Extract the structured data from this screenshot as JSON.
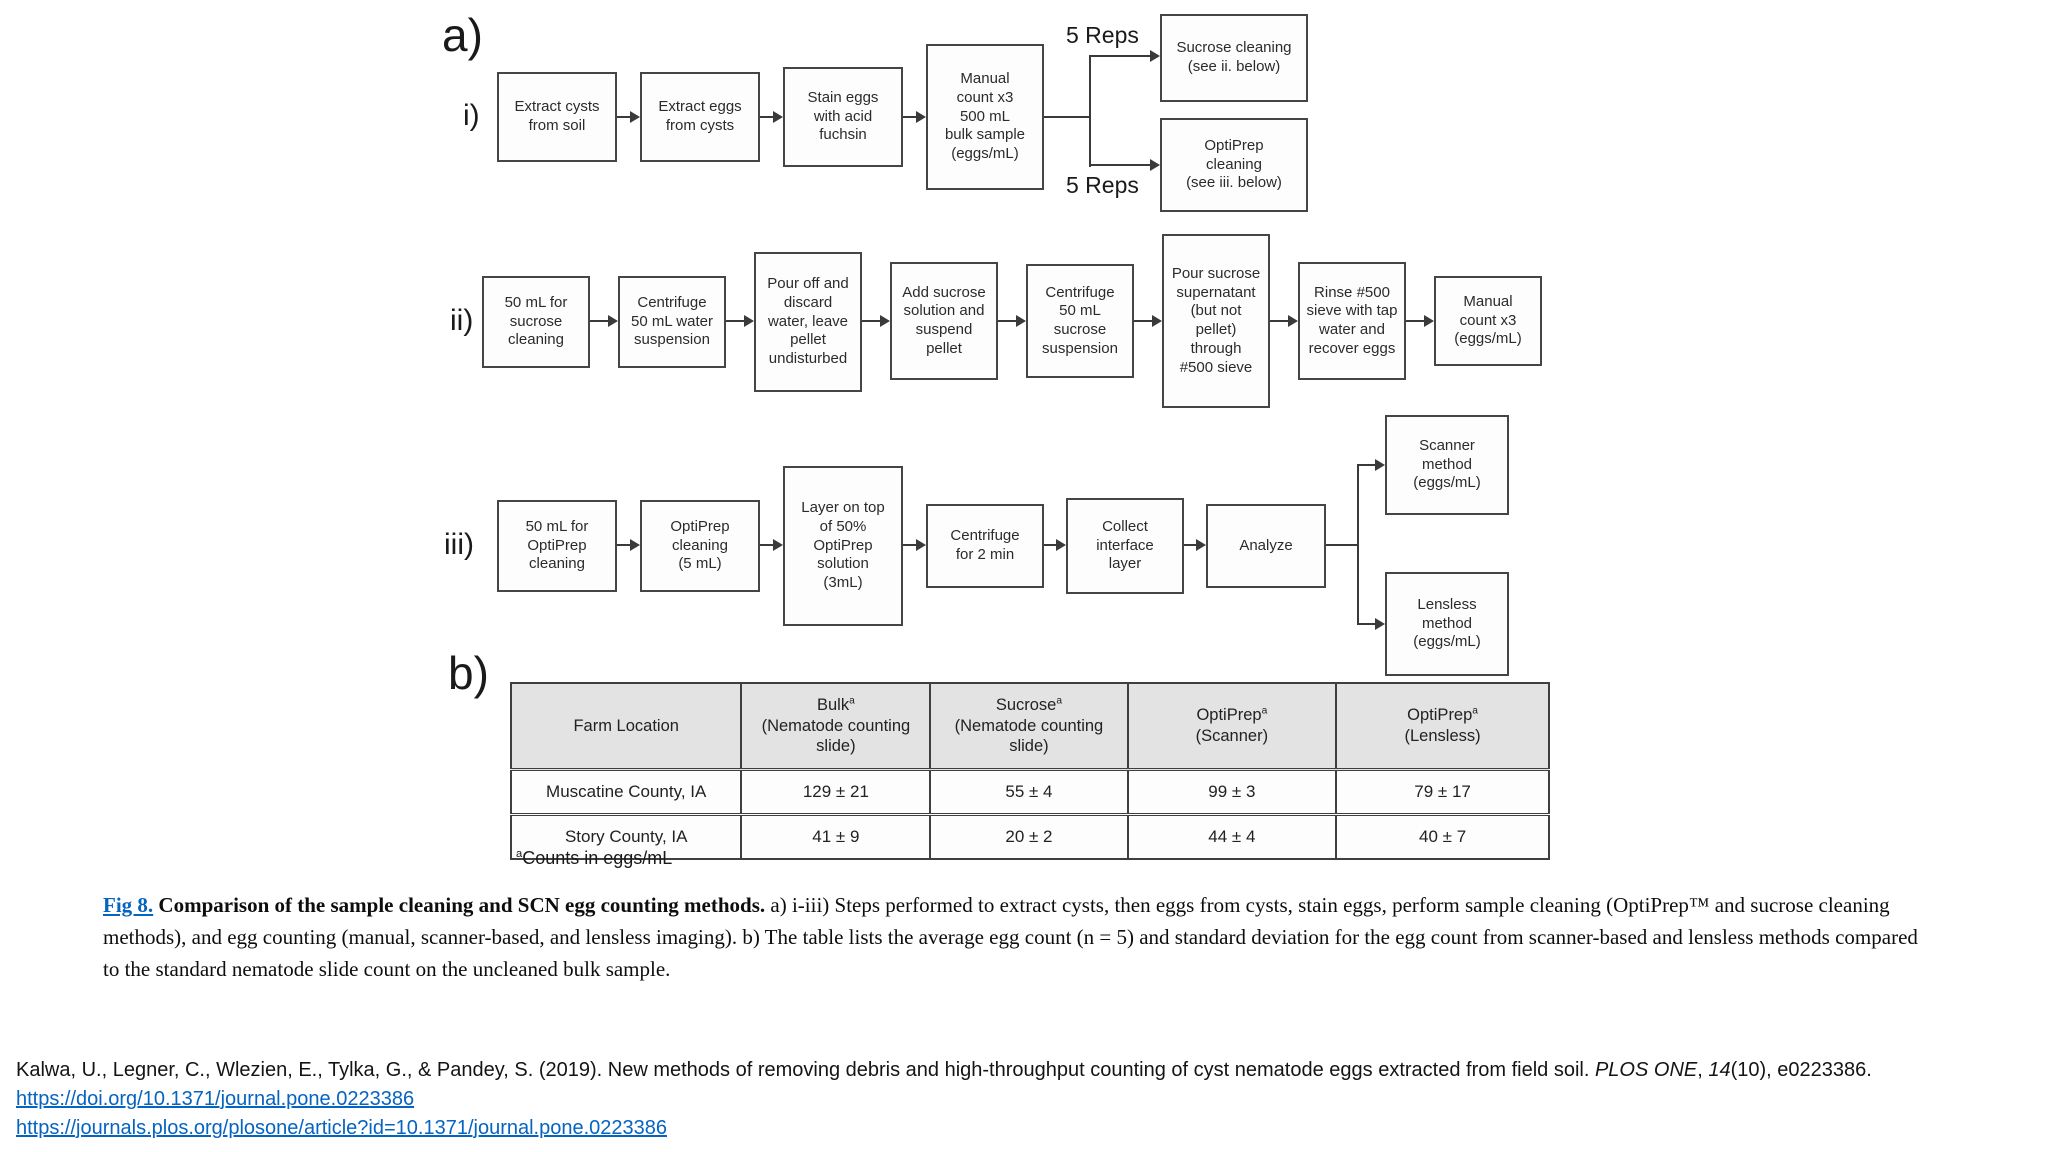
{
  "panel_a": {
    "label": "a)",
    "row_i": {
      "label": "i)",
      "boxes": [
        "Extract cysts\nfrom soil",
        "Extract eggs\nfrom cysts",
        "Stain eggs\nwith acid\nfuchsin",
        "Manual\ncount x3\n500 mL\nbulk sample\n(eggs/mL)"
      ],
      "rep_label_top": "5 Reps",
      "rep_label_bottom": "5 Reps",
      "branch_top": "Sucrose cleaning\n(see ii. below)",
      "branch_bottom": "OptiPrep\ncleaning\n(see iii. below)"
    },
    "row_ii": {
      "label": "ii)",
      "boxes": [
        "50 mL for\nsucrose\ncleaning",
        "Centrifuge\n50 mL water\nsuspension",
        "Pour off and\ndiscard\nwater, leave\npellet\nundisturbed",
        "Add sucrose\nsolution and\nsuspend\npellet",
        "Centrifuge\n50 mL\nsucrose\nsuspension",
        "Pour sucrose\nsupernatant\n(but not\npellet)\nthrough\n#500 sieve",
        "Rinse #500\nsieve with tap\nwater and\nrecover eggs",
        "Manual\ncount x3\n(eggs/mL)"
      ]
    },
    "row_iii": {
      "label": "iii)",
      "boxes": [
        "50 mL for\nOptiPrep\ncleaning",
        "OptiPrep\ncleaning\n(5 mL)",
        "Layer on top\nof 50%\nOptiPrep\nsolution\n(3mL)",
        "Centrifuge\nfor 2 min",
        "Collect\ninterface\nlayer",
        "Analyze"
      ],
      "branch_top": "Scanner\nmethod\n(eggs/mL)",
      "branch_bottom": "Lensless\nmethod\n(eggs/mL)"
    }
  },
  "panel_b": {
    "label": "b)",
    "table": {
      "columns": [
        {
          "title": "Farm Location",
          "sup": "",
          "subtitle": ""
        },
        {
          "title": "Bulk",
          "sup": "a",
          "subtitle": "(Nematode counting slide)"
        },
        {
          "title": "Sucrose",
          "sup": "a",
          "subtitle": "(Nematode counting slide)"
        },
        {
          "title": "OptiPrep",
          "sup": "a",
          "subtitle": "(Scanner)"
        },
        {
          "title": "OptiPrep",
          "sup": "a",
          "subtitle": "(Lensless)"
        }
      ],
      "rows": [
        {
          "location": "Muscatine County, IA",
          "values": [
            "129 ± 21",
            "55 ± 4",
            "99 ± 3",
            "79 ± 17"
          ]
        },
        {
          "location": "Story County, IA",
          "values": [
            "41 ± 9",
            "20 ± 2",
            "44 ± 4",
            "40 ± 7"
          ]
        }
      ],
      "footnote_sup": "a",
      "footnote_text": "Counts in eggs/mL"
    }
  },
  "caption": {
    "fig_link": "Fig 8.",
    "bold_text": " Comparison of the sample cleaning and SCN egg counting methods.",
    "body_text": " a) i-iii) Steps performed to extract cysts, then eggs from cysts, stain eggs, perform sample cleaning (OptiPrep™ and sucrose cleaning methods), and egg counting (manual, scanner-based, and lensless imaging). b) The table lists the average egg count (n = 5) and standard deviation for the egg count from scanner-based and lensless methods compared to the standard nematode slide count on the uncleaned bulk sample."
  },
  "citation": {
    "authors_text": "Kalwa, U., Legner, C., Wlezien, E., Tylka, G., & Pandey, S. (2019). New methods of removing debris and high-throughput counting of cyst nematode eggs extracted from field soil. ",
    "journal_italic": "PLOS ONE",
    "sep1": ", ",
    "volume_italic": "14",
    "issue_text": "(10), e0223386.",
    "doi_link": "https://doi.org/10.1371/journal.pone.0223386",
    "article_link": "https://journals.plos.org/plosone/article?id=10.1371/journal.pone.0223386"
  }
}
